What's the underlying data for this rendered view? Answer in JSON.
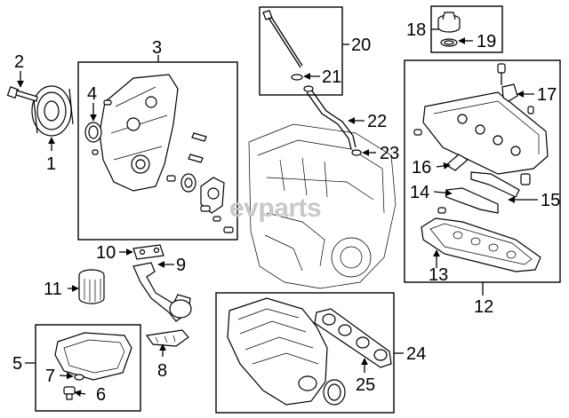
{
  "watermark": "evparts",
  "labels": {
    "l1": "1",
    "l2": "2",
    "l3": "3",
    "l4": "4",
    "l5": "5",
    "l6": "6",
    "l7": "7",
    "l8": "8",
    "l9": "9",
    "l10": "10",
    "l11": "11",
    "l12": "12",
    "l13": "13",
    "l14": "14",
    "l15": "15",
    "l16": "16",
    "l17": "17",
    "l18": "18",
    "l19": "19",
    "l20": "20",
    "l21": "21",
    "l22": "22",
    "l23": "23",
    "l24": "24",
    "l25": "25"
  }
}
